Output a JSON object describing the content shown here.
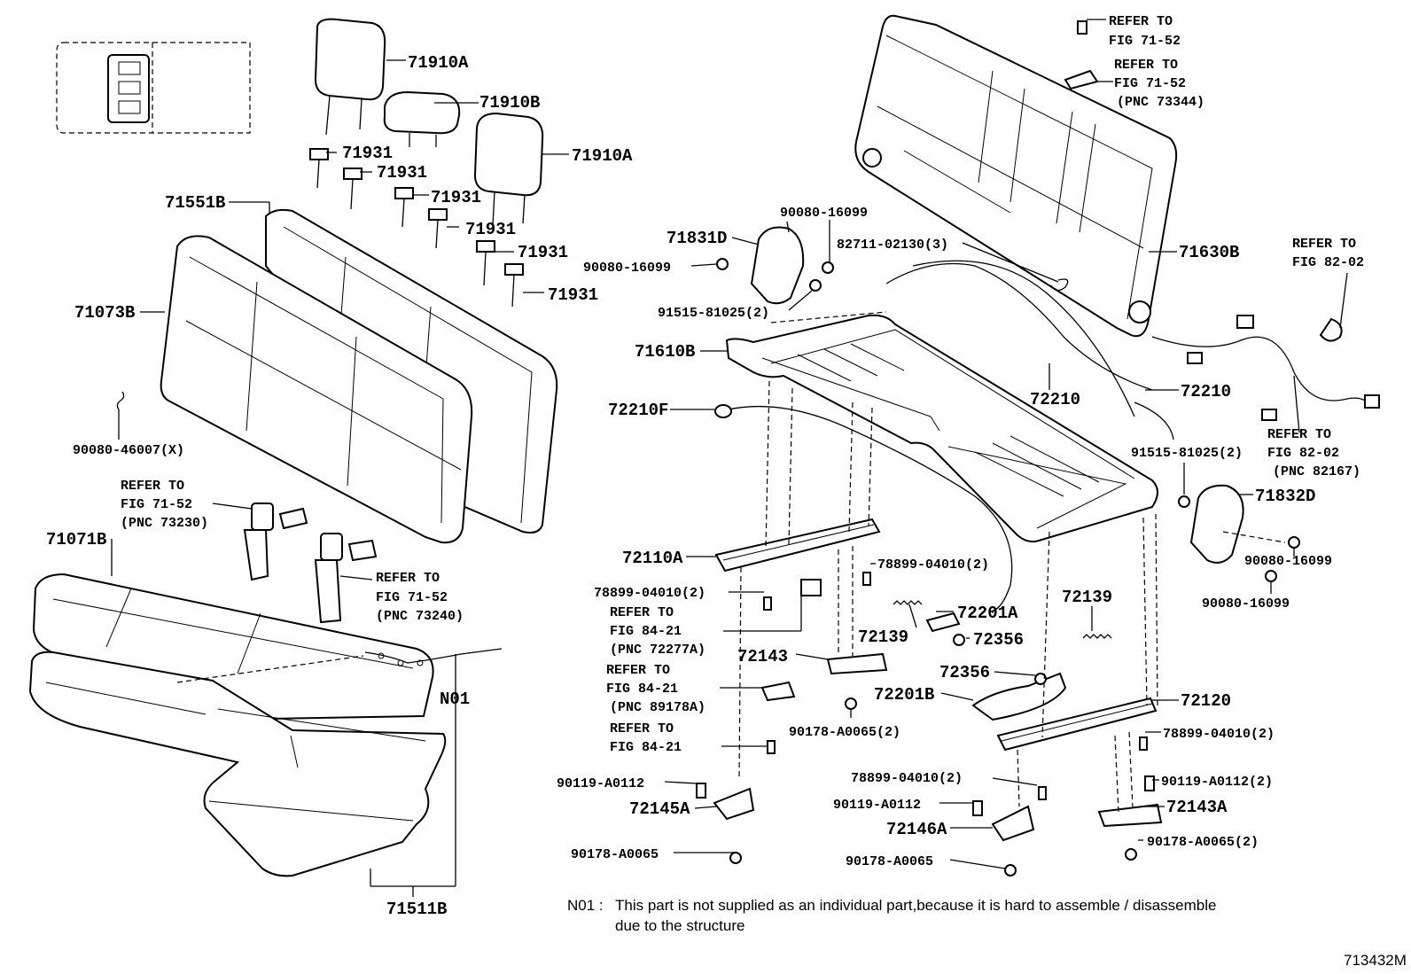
{
  "labels": {
    "l71910A_1": "71910A",
    "l71910B": "71910B",
    "l71910A_2": "71910A",
    "l71931_1": "71931",
    "l71931_2": "71931",
    "l71931_3": "71931",
    "l71931_4": "71931",
    "l71931_5": "71931",
    "l71931_6": "71931",
    "l71551B": "71551B",
    "l71073B": "71073B",
    "l90080_46007": "90080-46007(X)",
    "refer_a1": "REFER TO",
    "refer_a2": "FIG 71-52",
    "refer_a3": "(PNC 73230)",
    "refer_b1": "REFER TO",
    "refer_b2": "FIG 71-52",
    "refer_b3": "(PNC 73240)",
    "l71071B": "71071B",
    "lN01": "N01",
    "l71511B": "71511B",
    "refer_c1": "REFER TO",
    "refer_c2": "FIG 71-52",
    "refer_d1": "REFER TO",
    "refer_d2": "FIG 71-52",
    "refer_d3": "(PNC 73344)",
    "l71630B": "71630B",
    "refer_e1": "REFER TO",
    "refer_e2": "FIG 82-02",
    "l90080_16099_a": "90080-16099",
    "l71831D": "71831D",
    "l82711": "82711-02130(3)",
    "l90080_16099_b": "90080-16099",
    "l91515_a": "91515-81025(2)",
    "l71610B": "71610B",
    "l72210": "72210",
    "l72210_b": "72210",
    "l72210F": "72210F",
    "refer_f1": "REFER TO",
    "refer_f2": "FIG 82-02",
    "refer_f3": "(PNC 82167)",
    "l91515_b": "91515-81025(2)",
    "l71832D": "71832D",
    "l90080_16099_c": "90080-16099",
    "l90080_16099_d": "90080-16099",
    "l72110A": "72110A",
    "l78899_a": "78899-04010(2)",
    "l78899_b": "78899-04010(2)",
    "refer_g1": "REFER TO",
    "refer_g2": "FIG 84-21",
    "refer_g3": "(PNC 72277A)",
    "refer_h1": "REFER TO",
    "refer_h2": "FIG 84-21",
    "refer_h3": "(PNC 89178A)",
    "refer_i1": "REFER TO",
    "refer_i2": "FIG 84-21",
    "l72201A": "72201A",
    "l72139_a": "72139",
    "l72356_a": "72356",
    "l72139_b": "72139",
    "l72143": "72143",
    "l72356_b": "72356",
    "l72201B": "72201B",
    "l72120": "72120",
    "l90178_a": "90178-A0065(2)",
    "l78899_c": "78899-04010(2)",
    "l90119_a": "90119-A0112",
    "l90119_b": "90119-A0112(2)",
    "l72145A": "72145A",
    "l78899_d": "78899-04010(2)",
    "l90119_c": "90119-A0112",
    "l72143A": "72143A",
    "l72146A": "72146A",
    "l90178_b": "90178-A0065",
    "l90178_c": "90178-A0065",
    "l90178_d": "90178-A0065(2)"
  },
  "note": {
    "key": "N01 :",
    "line1": "This part is not supplied as an individual part,because it is hard to assemble / disassemble",
    "line2": "due to the structure"
  },
  "figure_id": "713432M"
}
